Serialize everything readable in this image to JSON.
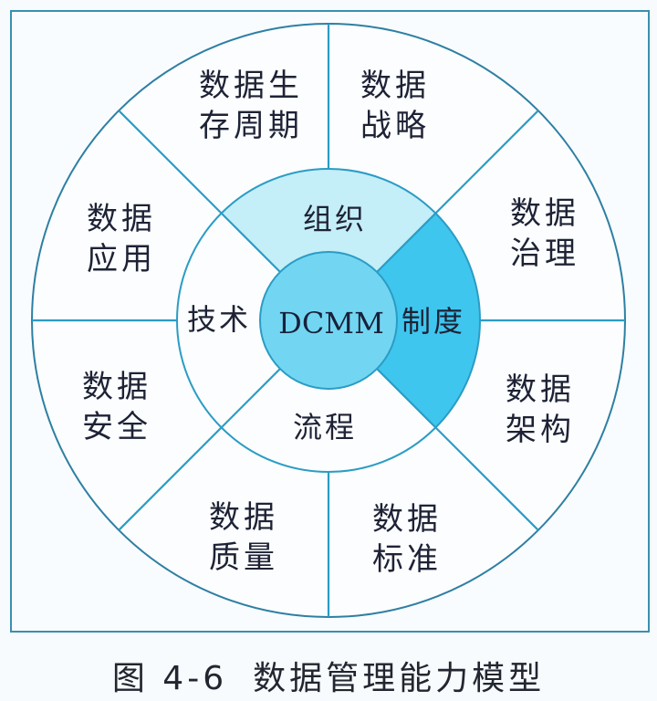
{
  "diagram": {
    "title": "数据管理能力模型",
    "figure_number": "图 4-6",
    "core": {
      "label": "DCMM",
      "color": "#72d6f2"
    },
    "inner_ring": [
      {
        "label": "组织",
        "position": "top",
        "color": "#c4eef8"
      },
      {
        "label": "制度",
        "position": "right",
        "color": "#3fc6ee"
      },
      {
        "label": "流程",
        "position": "bottom",
        "color": "#ffffff"
      },
      {
        "label": "技术",
        "position": "left",
        "color": "#ffffff"
      }
    ],
    "outer_ring": [
      {
        "label": "数据生\n存周期",
        "position": "top-left"
      },
      {
        "label": "数据\n战略",
        "position": "top-right"
      },
      {
        "label": "数据\n治理",
        "position": "right-upper"
      },
      {
        "label": "数据\n架构",
        "position": "right-lower"
      },
      {
        "label": "数据\n标准",
        "position": "bottom-right"
      },
      {
        "label": "数据\n质量",
        "position": "bottom-left"
      },
      {
        "label": "数据\n安全",
        "position": "left-lower"
      },
      {
        "label": "数据\n应用",
        "position": "left-upper"
      }
    ],
    "colors": {
      "line": "#2b8fb3",
      "frame": "#3a8fae",
      "background": "#f7fbfd",
      "text": "#1e2235"
    }
  }
}
